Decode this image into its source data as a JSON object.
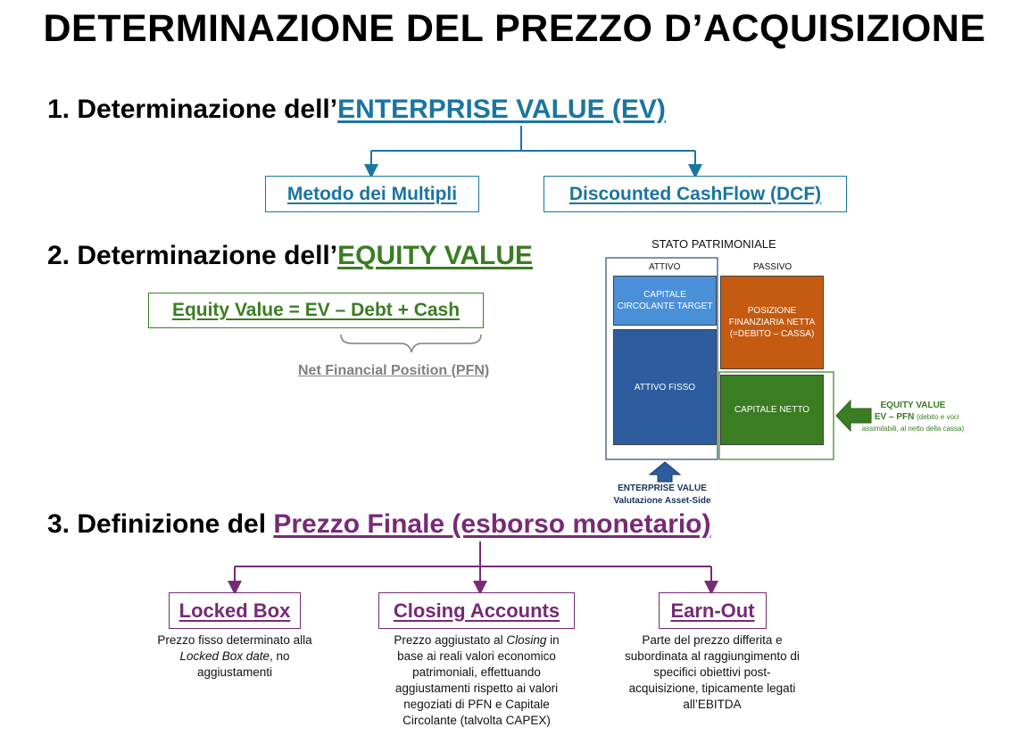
{
  "title": "DETERMINAZIONE DEL PREZZO D’ACQUISIZIONE",
  "section1": {
    "prefix": "1. Determinazione dell’",
    "highlight": "ENTERPRISE VALUE (EV)",
    "methods": [
      "Metodo dei Multipli",
      "Discounted CashFlow (DCF)"
    ]
  },
  "section2": {
    "prefix": "2. Determinazione dell’",
    "highlight": "EQUITY VALUE",
    "formula": "Equity Value = EV – Debt + Cash",
    "brace_label": "Net Financial Position (PFN)"
  },
  "balance_sheet": {
    "title": "STATO PATRIMONIALE",
    "attivo": "ATTIVO",
    "passivo": "PASSIVO",
    "capitale_circolante": "CAPITALE CIRCOLANTE TARGET",
    "attivo_fisso": "ATTIVO FISSO",
    "posizione_finanziaria": "POSIZIONE FINANZIARIA NETTA (=DEBITO – CASSA)",
    "capitale_netto": "CAPITALE NETTO",
    "ev_label_1": "ENTERPRISE VALUE",
    "ev_label_2": "Valutazione Asset-Side",
    "equity_label_1": "EQUITY VALUE",
    "equity_label_2": "= EV – PFN",
    "equity_note_1": "(debito e voci",
    "equity_note_2": "assimilabili, al netto della cassa)",
    "colors": {
      "light_blue": "#4a90d9",
      "dark_blue": "#2d5d9e",
      "orange": "#c55a11",
      "green": "#3a7d22"
    }
  },
  "section3": {
    "prefix": "3. Definizione del ",
    "highlight": "Prezzo Finale (esborso monetario)",
    "options": [
      {
        "label": "Locked Box",
        "desc_1": "Prezzo fisso determinato alla",
        "desc_2_italic": "Locked Box date",
        "desc_2_rest": ", no",
        "desc_3": "aggiustamenti"
      },
      {
        "label": "Closing Accounts",
        "desc_1_pre": "Prezzo aggiustato al ",
        "desc_1_italic": "Closing",
        "desc_1_post": " in",
        "desc_2": "base ai reali valori economico",
        "desc_3": "patrimoniali, effettuando",
        "desc_4": "aggiustamenti rispetto ai valori",
        "desc_5": "negoziati di PFN e Capitale",
        "desc_6": "Circolante (talvolta CAPEX)"
      },
      {
        "label": "Earn-Out",
        "desc_1": "Parte del prezzo differita e",
        "desc_2": "subordinata al raggiungimento di",
        "desc_3": "specifici obiettivi post-",
        "desc_4": "acquisizione, tipicamente legati",
        "desc_5": "all’EBITDA"
      }
    ]
  },
  "colors": {
    "ev_blue": "#1a75a1",
    "equity_green": "#3a7d22",
    "price_purple": "#772a76",
    "pfn_gray": "#7f7f7f"
  }
}
